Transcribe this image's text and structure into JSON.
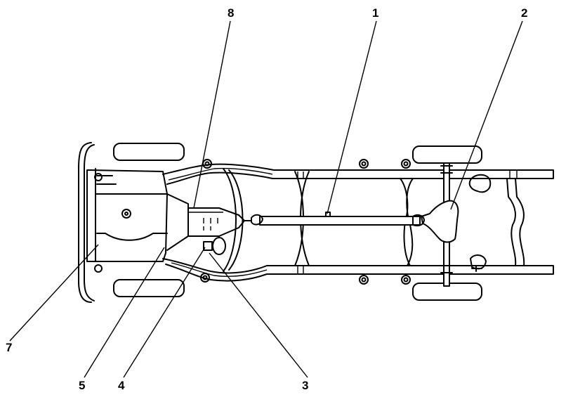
{
  "callouts": [
    {
      "id": "1",
      "label": "1"
    },
    {
      "id": "2",
      "label": "2"
    },
    {
      "id": "3",
      "label": "3"
    },
    {
      "id": "4",
      "label": "4"
    },
    {
      "id": "5",
      "label": "5"
    },
    {
      "id": "7",
      "label": "7"
    },
    {
      "id": "8",
      "label": "8"
    }
  ]
}
